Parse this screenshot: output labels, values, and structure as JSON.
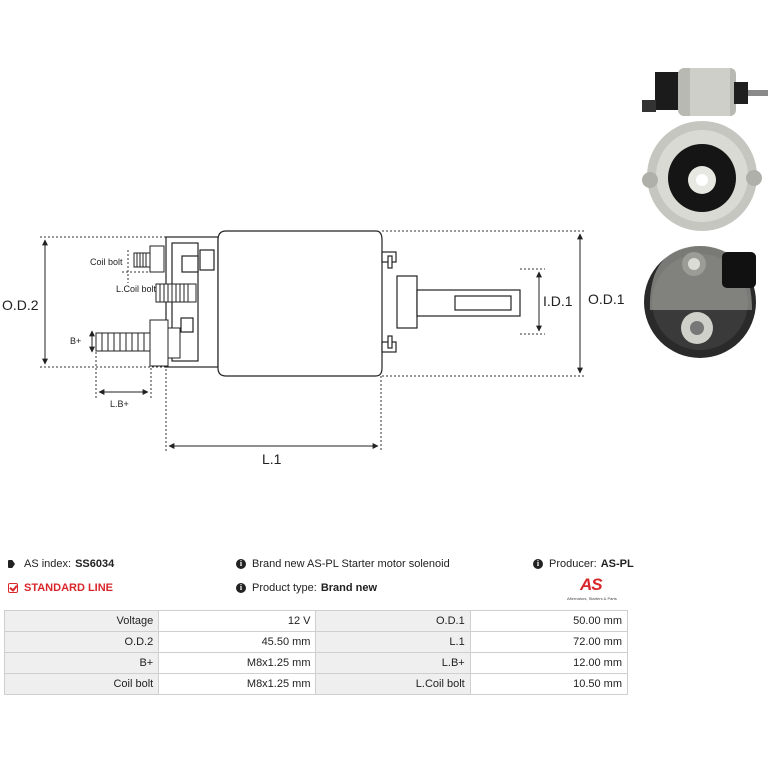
{
  "drawing": {
    "labels": {
      "od2": "O.D.2",
      "od1": "O.D.1",
      "id1": "I.D.1",
      "l1": "L.1",
      "lb": "L.B+",
      "bplus": "B+",
      "coil_bolt": "Coil bolt",
      "l_coil_bolt": "L.Coil bolt"
    }
  },
  "info": {
    "as_index_label": "AS index:",
    "as_index_value": "SS6034",
    "description": "Brand new AS-PL Starter motor solenoid",
    "producer_label": "Producer:",
    "producer_value": "AS-PL",
    "line": "STANDARD LINE",
    "product_type_label": "Product type:",
    "product_type_value": "Brand new"
  },
  "logo": {
    "mark": "AS",
    "tagline": "Alternators, Starters & Parts"
  },
  "colors": {
    "brand_red": "#d9262b",
    "label_bg": "#efefef",
    "border": "#cfcfcf"
  },
  "specs": {
    "rows": [
      {
        "l1": "Voltage",
        "v1": "12 V",
        "l2": "O.D.1",
        "v2": "50.00 mm"
      },
      {
        "l1": "O.D.2",
        "v1": "45.50 mm",
        "l2": "L.1",
        "v2": "72.00 mm"
      },
      {
        "l1": "B+",
        "v1": "M8x1.25 mm",
        "l2": "L.B+",
        "v2": "12.00 mm"
      },
      {
        "l1": "Coil bolt",
        "v1": "M8x1.25 mm",
        "l2": "L.Coil bolt",
        "v2": "10.50 mm"
      }
    ]
  }
}
